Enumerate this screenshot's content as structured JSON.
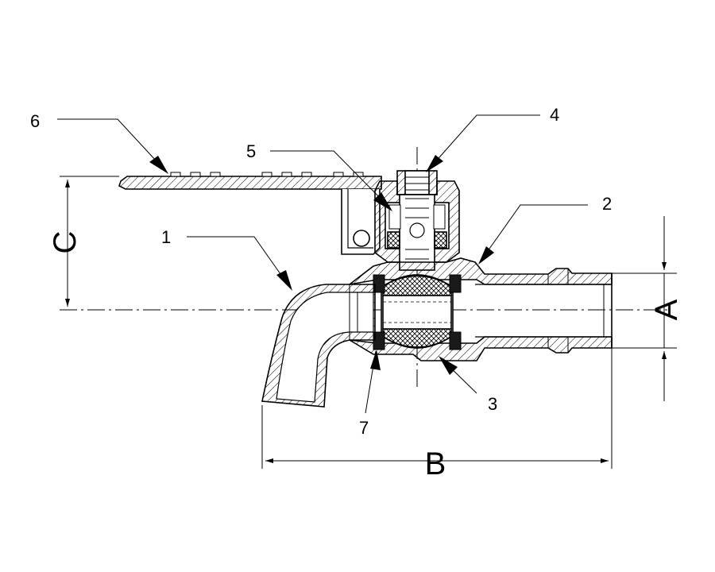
{
  "callouts": [
    "1",
    "2",
    "3",
    "4",
    "5",
    "6",
    "7"
  ],
  "dimensions": {
    "a": "A",
    "b": "B",
    "c": "C"
  },
  "colors": {
    "line": "#000000",
    "seal": "#1a1a1a",
    "hatch": "#000000"
  }
}
